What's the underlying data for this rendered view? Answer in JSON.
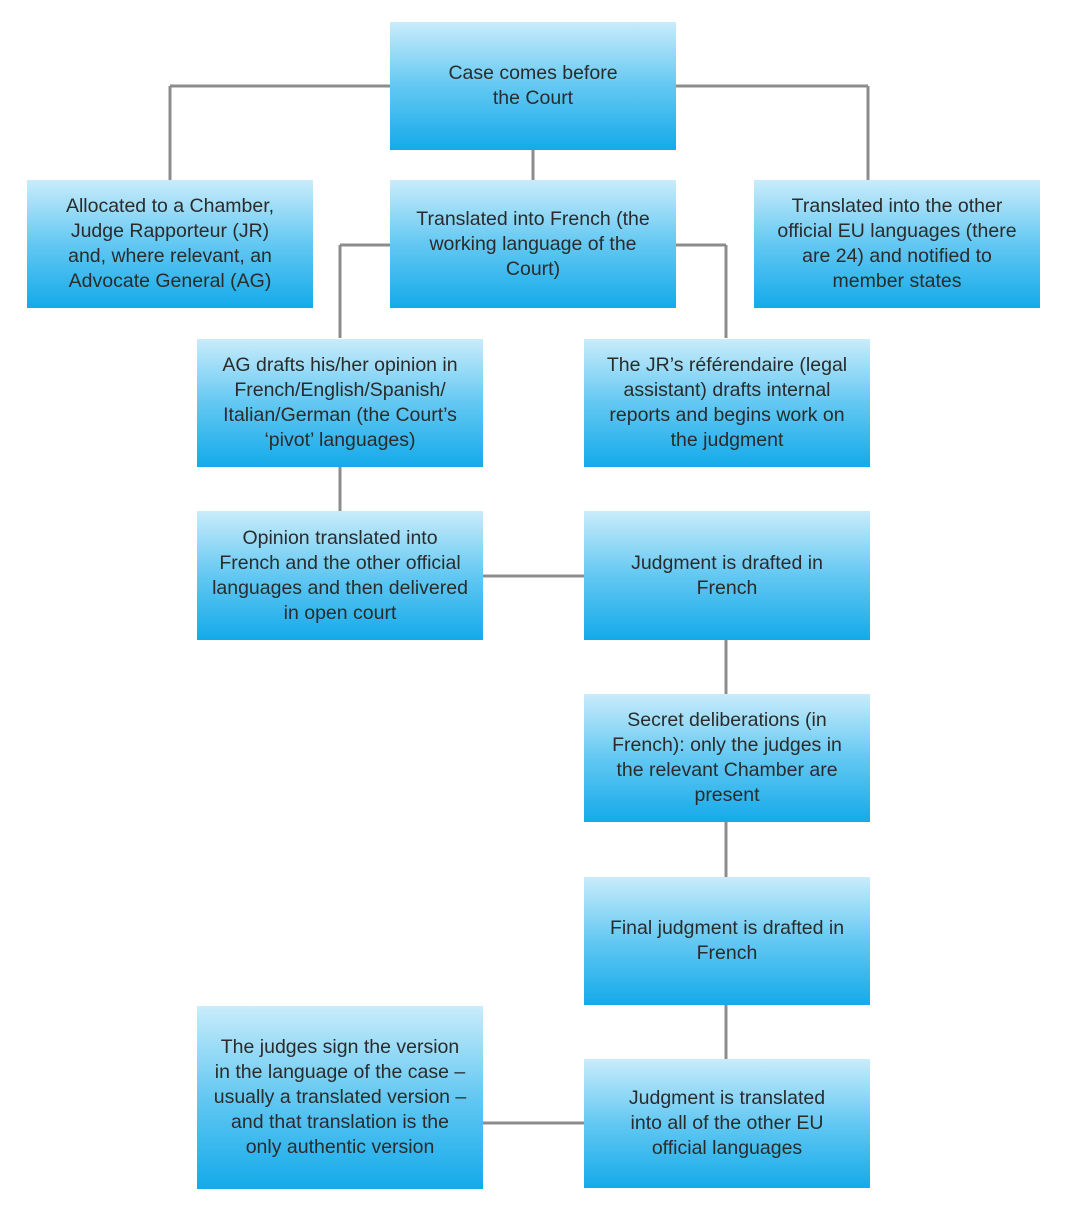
{
  "colors": {
    "box_top": "#c9ecfb",
    "box_bottom": "#14aaea",
    "connector": "#8c8c8c",
    "text": "#2b2b2b"
  },
  "nodes": {
    "case_before_court": "Case comes before the Court",
    "allocated_chamber": "Allocated to a Chamber, Judge Rapporteur (JR) and, where relevant, an Advocate General (AG)",
    "translated_french": "Translated into French (the working language of the Court)",
    "translated_other_languages": "Translated into the other official EU languages (there are 24) and notified to member states",
    "ag_drafts_opinion": "AG drafts his/her opinion in French/English/Spanish/ Italian/German (the Court’s ‘pivot’ languages)",
    "jr_referendaire": "The JR’s référendaire (legal assistant) drafts internal reports and begins work on the judgment",
    "opinion_translated": "Opinion translated into French and the other official languages and then delivered in open court",
    "judgment_drafted_french": "Judgment is drafted in French",
    "secret_deliberations": "Secret deliberations (in French): only the judges in the relevant Chamber are present",
    "final_judgment_drafted": "Final judgment is drafted in French",
    "judgment_translated": "Judgment is translated into all of the other EU official languages",
    "judges_sign": "The judges sign the version in the language of the case – usually a translated version – and that translation is the only authentic version"
  }
}
